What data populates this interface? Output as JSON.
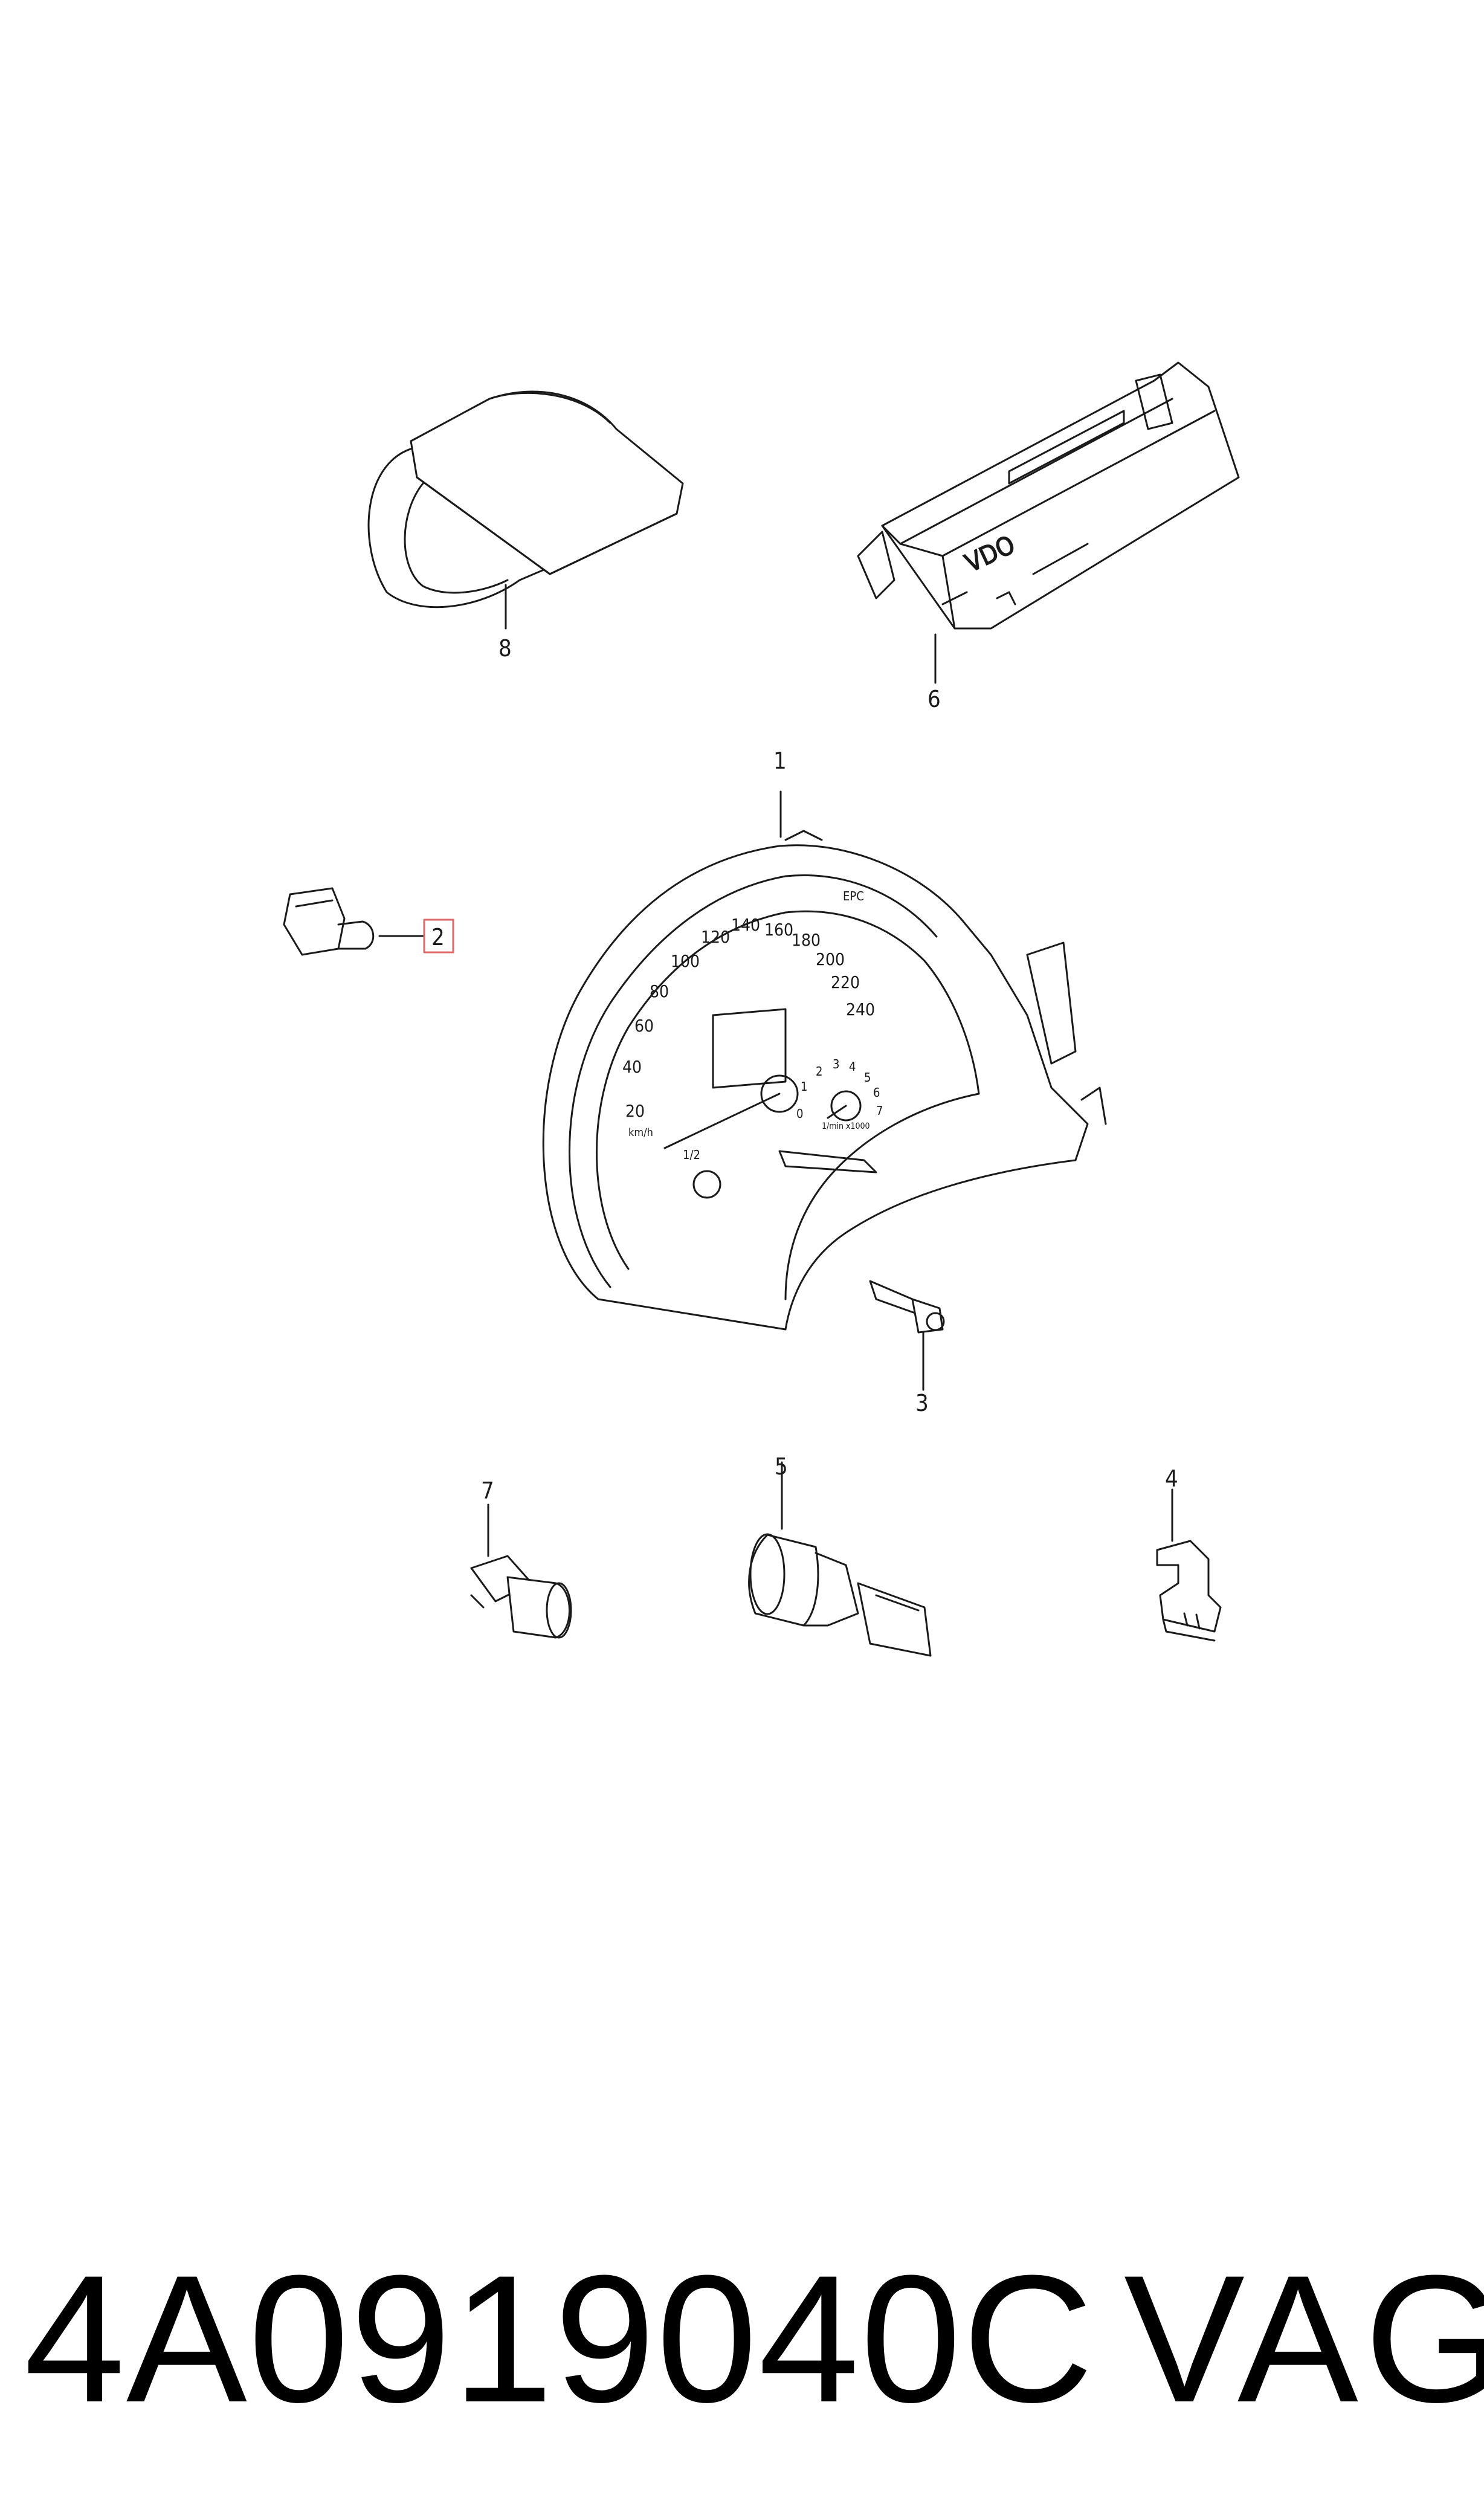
{
  "callouts": {
    "c1": "1",
    "c2": "2",
    "c3": "3",
    "c4": "4",
    "c5": "5",
    "c6": "6",
    "c7": "7",
    "c8": "8"
  },
  "cluster": {
    "speed_ticks": [
      "20",
      "40",
      "60",
      "80",
      "100",
      "120",
      "140",
      "160",
      "180",
      "200",
      "220",
      "240"
    ],
    "speed_unit": "km/h",
    "rpm_ticks": [
      "0",
      "1",
      "2",
      "3",
      "4",
      "5",
      "6",
      "7"
    ],
    "rpm_unit": "1/min x1000",
    "fuel_label": "1/2",
    "epc_label": "EPC",
    "brand_mark": "VDO"
  },
  "footer": {
    "part_number": "4A0919040C",
    "brand": "VAG"
  },
  "colors": {
    "line": "#1a1a1a",
    "highlight_box": "#e06a6a"
  }
}
